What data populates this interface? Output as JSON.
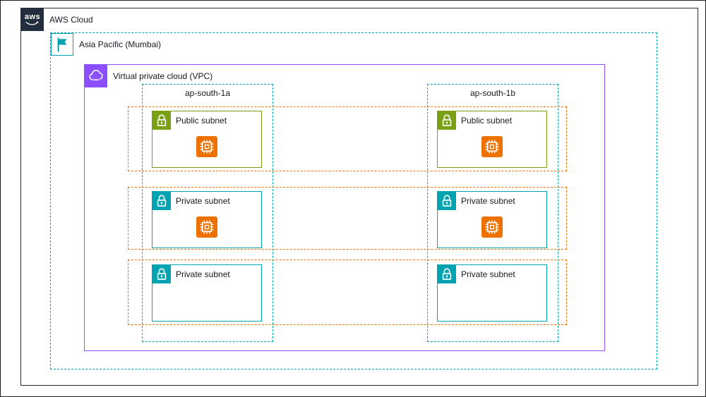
{
  "cloud": {
    "label": "AWS Cloud",
    "logo_text": "aws"
  },
  "region": {
    "label": "Asia Pacific (Mumbai)"
  },
  "vpc": {
    "label": "Virtual private cloud (VPC)"
  },
  "azs": [
    {
      "label": "ap-south-1a"
    },
    {
      "label": "ap-south-1b"
    }
  ],
  "subnets": [
    {
      "label": "Public subnet",
      "type": "public",
      "az": "ap-south-1a",
      "has_instance": true
    },
    {
      "label": "Public subnet",
      "type": "public",
      "az": "ap-south-1b",
      "has_instance": true
    },
    {
      "label": "Private subnet",
      "type": "private",
      "az": "ap-south-1a",
      "has_instance": true
    },
    {
      "label": "Private subnet",
      "type": "private",
      "az": "ap-south-1b",
      "has_instance": true
    },
    {
      "label": "Private subnet",
      "type": "private",
      "az": "ap-south-1a",
      "has_instance": false
    },
    {
      "label": "Private subnet",
      "type": "private",
      "az": "ap-south-1b",
      "has_instance": false
    }
  ],
  "icons": {
    "aws_logo": "aws-logo-icon",
    "region": "region-flag-icon",
    "vpc": "vpc-cloud-icon",
    "public_subnet": "public-subnet-lock-icon",
    "private_subnet": "private-subnet-lock-icon",
    "instance": "ec2-instance-chip-icon"
  },
  "colors": {
    "cloud_border": "#232f3e",
    "region_teal": "#00a4b0",
    "public_green": "#7aa116",
    "instance_orange": "#ed7100",
    "vpc_purple": "#8c4fff"
  }
}
